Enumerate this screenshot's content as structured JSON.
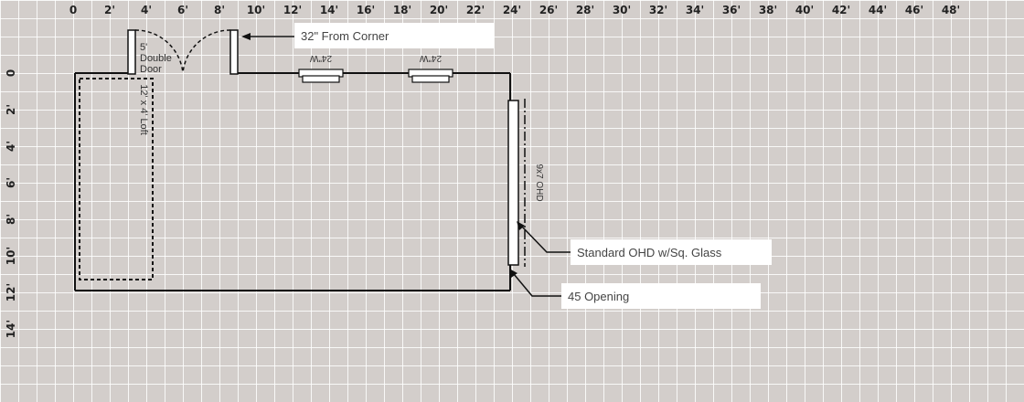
{
  "x_ruler": [
    "0",
    "2'",
    "4'",
    "6'",
    "8'",
    "10'",
    "12'",
    "14'",
    "16'",
    "18'",
    "20'",
    "22'",
    "24'",
    "26'",
    "28'",
    "30'",
    "32'",
    "34'",
    "36'",
    "38'",
    "40'",
    "42'",
    "44'",
    "46'",
    "48'"
  ],
  "y_ruler": [
    "0",
    "2'",
    "4'",
    "6'",
    "8'",
    "10'",
    "12'",
    "14'"
  ],
  "labels": {
    "double_door_line1": "5'",
    "double_door_line2": "Double",
    "double_door_line3": "Door",
    "loft": "12' x 4' Loft",
    "window_1": "24\"W",
    "window_2": "24\"W",
    "ohd_door": "9x7 OHD"
  },
  "callouts": {
    "from_corner": "32\" From Corner",
    "standard_ohd": "Standard OHD w/Sq. Glass",
    "opening": "45 Opening"
  },
  "colors": {
    "background": "#d3cecb",
    "grid_line": "#ffffff",
    "wall": "#111111",
    "callout_bg": "#ffffff"
  }
}
